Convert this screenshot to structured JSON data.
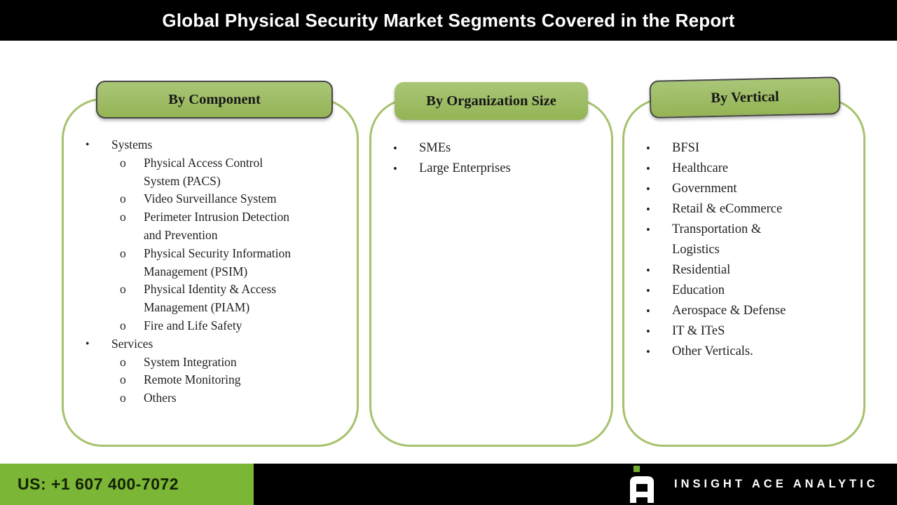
{
  "header": {
    "title": "Global Physical Security Market Segments Covered in the Report"
  },
  "bullets": {
    "level1": "•",
    "level2": "o"
  },
  "columns": [
    {
      "title": "By Component",
      "items": [
        {
          "text": "Systems",
          "level": 1
        },
        {
          "text": "Physical Access Control\nSystem (PACS)",
          "level": 2
        },
        {
          "text": "Video Surveillance System",
          "level": 2
        },
        {
          "text": "Perimeter Intrusion Detection\nand Prevention",
          "level": 2
        },
        {
          "text": "Physical Security Information\nManagement (PSIM)",
          "level": 2
        },
        {
          "text": "Physical Identity & Access\nManagement (PIAM)",
          "level": 2
        },
        {
          "text": "Fire and Life Safety",
          "level": 2
        },
        {
          "text": "Services",
          "level": 1
        },
        {
          "text": "System Integration",
          "level": 2
        },
        {
          "text": "Remote Monitoring",
          "level": 2
        },
        {
          "text": "Others",
          "level": 2
        }
      ]
    },
    {
      "title": "By Organization Size",
      "items": [
        {
          "text": "SMEs",
          "level": 1
        },
        {
          "text": "Large Enterprises",
          "level": 1
        }
      ]
    },
    {
      "title": "By Vertical",
      "items": [
        {
          "text": "BFSI",
          "level": 1
        },
        {
          "text": "Healthcare",
          "level": 1
        },
        {
          "text": "Government",
          "level": 1
        },
        {
          "text": "Retail & eCommerce",
          "level": 1
        },
        {
          "text": "Transportation &\nLogistics",
          "level": 1
        },
        {
          "text": "Residential",
          "level": 1
        },
        {
          "text": "Education",
          "level": 1
        },
        {
          "text": "Aerospace & Defense",
          "level": 1
        },
        {
          "text": "IT & ITeS",
          "level": 1
        },
        {
          "text": "Other Verticals.",
          "level": 1
        }
      ]
    }
  ],
  "footer": {
    "phone": "US: +1 607 400-7072",
    "brand": "INSIGHT ACE ANALYTIC"
  },
  "colors": {
    "tab_green": "#9cbb5f",
    "panel_border_green": "#a5c26c",
    "footer_green": "#7bb637",
    "bar_black": "#000000"
  }
}
